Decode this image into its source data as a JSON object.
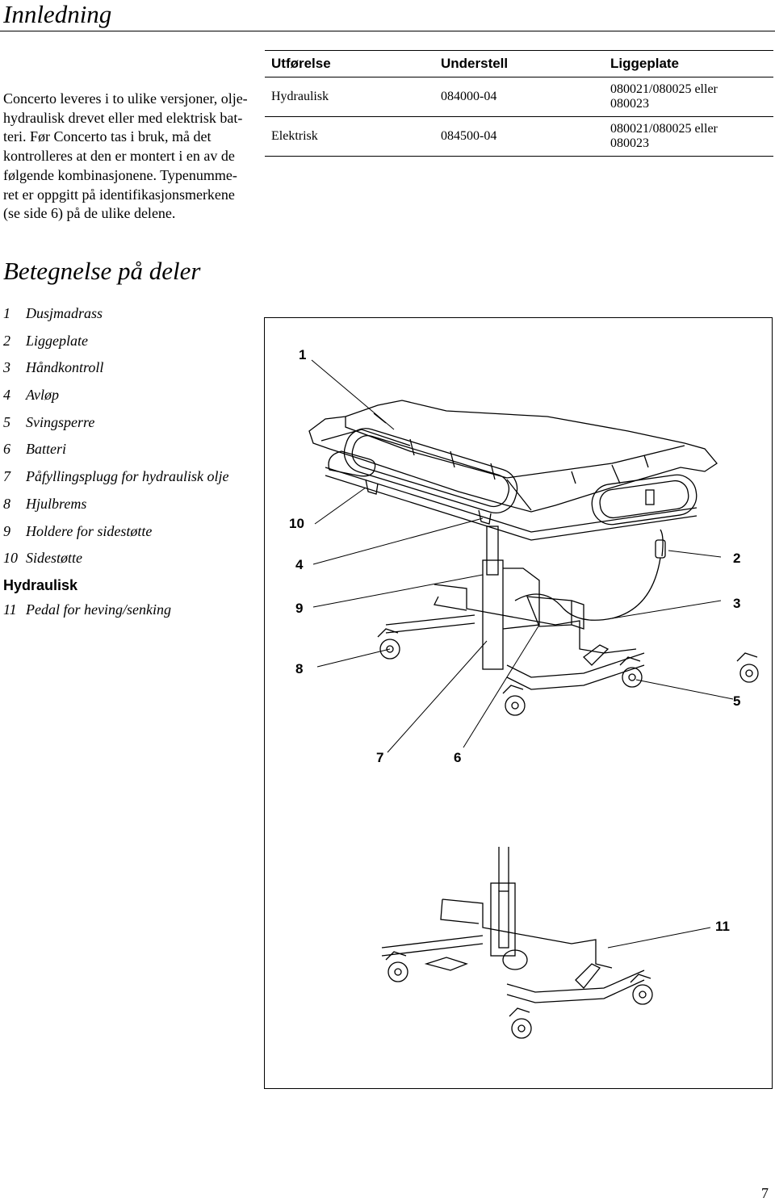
{
  "page": {
    "title": "Innledning",
    "intro_lines": [
      "Concerto leveres i to ulike versjoner, olje-",
      "hydraulisk drevet eller med elektrisk bat-",
      "teri. Før Concerto tas i bruk, må det",
      "kontrolleres at den er montert i en av de",
      "følgende kombinasjonene. Typenumme-",
      "ret er oppgitt på identifikasjonsmerkene",
      "(se side 6) på de ulike delene."
    ],
    "page_number": "7"
  },
  "table": {
    "headers": [
      "Utførelse",
      "Understell",
      "Liggeplate"
    ],
    "rows": [
      [
        "Hydraulisk",
        "084000-04",
        "080021/080025 eller 080023"
      ],
      [
        "Elektrisk",
        "084500-04",
        "080021/080025 eller 080023"
      ]
    ]
  },
  "parts": {
    "title": "Betegnelse på deler",
    "items": [
      {
        "num": "1",
        "label": "Dusjmadrass"
      },
      {
        "num": "2",
        "label": "Liggeplate"
      },
      {
        "num": "3",
        "label": "Håndkontroll"
      },
      {
        "num": "4",
        "label": "Avløp"
      },
      {
        "num": "5",
        "label": "Svingsperre"
      },
      {
        "num": "6",
        "label": "Batteri"
      },
      {
        "num": "7",
        "label": "Påfyllingsplugg for hydraulisk olje"
      },
      {
        "num": "8",
        "label": "Hjulbrems"
      },
      {
        "num": "9",
        "label": "Holdere for sidestøtte"
      },
      {
        "num": "10",
        "label": "Sidestøtte"
      }
    ],
    "subheading": "Hydraulisk",
    "extra_item": {
      "num": "11",
      "label": "Pedal for heving/senking"
    }
  },
  "figure": {
    "callouts": [
      "1",
      "10",
      "4",
      "9",
      "8",
      "7",
      "6",
      "5",
      "2",
      "3",
      "11"
    ]
  }
}
